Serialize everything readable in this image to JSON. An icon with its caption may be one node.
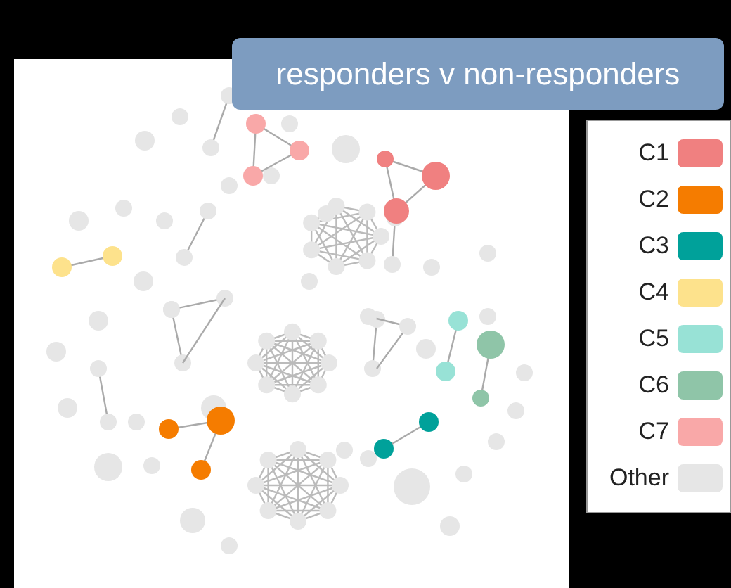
{
  "diagram": {
    "title": "responders v non-responders",
    "legend": [
      {
        "text": "C1",
        "color": "#f08080"
      },
      {
        "text": "C2",
        "color": "#f57c00"
      },
      {
        "text": "C3",
        "color": "#00a19a"
      },
      {
        "text": "C4",
        "color": "#fde28c"
      },
      {
        "text": "C5",
        "color": "#98e2d6"
      },
      {
        "text": "C6",
        "color": "#8fc5a8"
      },
      {
        "text": "C7",
        "color": "#f9a8a8"
      },
      {
        "text": "Other",
        "color": "#e6e6e6"
      }
    ]
  }
}
